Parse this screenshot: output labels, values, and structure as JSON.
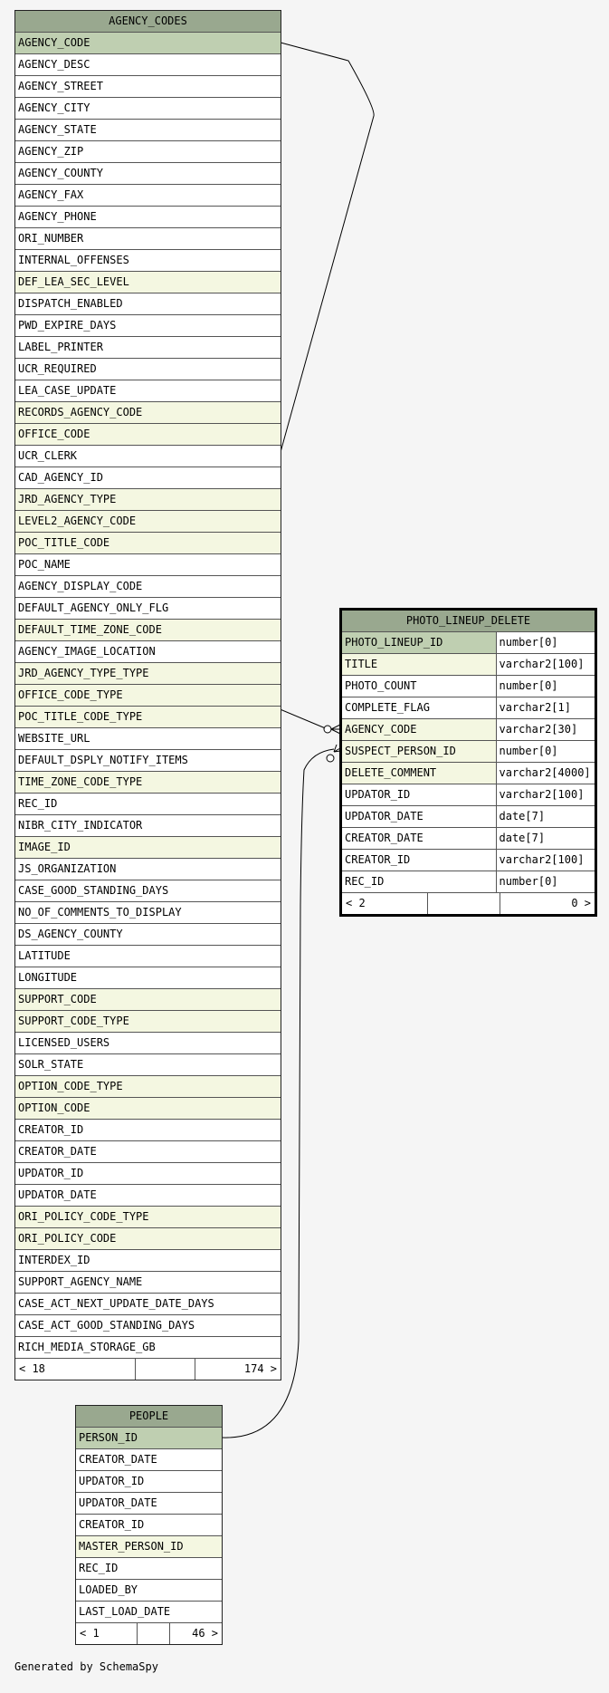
{
  "agency_codes": {
    "name": "AGENCY_CODES",
    "columns": [
      {
        "name": "AGENCY_CODE",
        "kind": "pk"
      },
      {
        "name": "AGENCY_DESC",
        "kind": "plain"
      },
      {
        "name": "AGENCY_STREET",
        "kind": "plain"
      },
      {
        "name": "AGENCY_CITY",
        "kind": "plain"
      },
      {
        "name": "AGENCY_STATE",
        "kind": "plain"
      },
      {
        "name": "AGENCY_ZIP",
        "kind": "plain"
      },
      {
        "name": "AGENCY_COUNTY",
        "kind": "plain"
      },
      {
        "name": "AGENCY_FAX",
        "kind": "plain"
      },
      {
        "name": "AGENCY_PHONE",
        "kind": "plain"
      },
      {
        "name": "ORI_NUMBER",
        "kind": "plain"
      },
      {
        "name": "INTERNAL_OFFENSES",
        "kind": "plain"
      },
      {
        "name": "DEF_LEA_SEC_LEVEL",
        "kind": "fk"
      },
      {
        "name": "DISPATCH_ENABLED",
        "kind": "plain"
      },
      {
        "name": "PWD_EXPIRE_DAYS",
        "kind": "plain"
      },
      {
        "name": "LABEL_PRINTER",
        "kind": "plain"
      },
      {
        "name": "UCR_REQUIRED",
        "kind": "plain"
      },
      {
        "name": "LEA_CASE_UPDATE",
        "kind": "plain"
      },
      {
        "name": "RECORDS_AGENCY_CODE",
        "kind": "fk"
      },
      {
        "name": "OFFICE_CODE",
        "kind": "fk"
      },
      {
        "name": "UCR_CLERK",
        "kind": "plain"
      },
      {
        "name": "CAD_AGENCY_ID",
        "kind": "plain"
      },
      {
        "name": "JRD_AGENCY_TYPE",
        "kind": "fk"
      },
      {
        "name": "LEVEL2_AGENCY_CODE",
        "kind": "fk"
      },
      {
        "name": "POC_TITLE_CODE",
        "kind": "fk"
      },
      {
        "name": "POC_NAME",
        "kind": "plain"
      },
      {
        "name": "AGENCY_DISPLAY_CODE",
        "kind": "plain"
      },
      {
        "name": "DEFAULT_AGENCY_ONLY_FLG",
        "kind": "plain"
      },
      {
        "name": "DEFAULT_TIME_ZONE_CODE",
        "kind": "fk"
      },
      {
        "name": "AGENCY_IMAGE_LOCATION",
        "kind": "plain"
      },
      {
        "name": "JRD_AGENCY_TYPE_TYPE",
        "kind": "fk"
      },
      {
        "name": "OFFICE_CODE_TYPE",
        "kind": "fk"
      },
      {
        "name": "POC_TITLE_CODE_TYPE",
        "kind": "fk"
      },
      {
        "name": "WEBSITE_URL",
        "kind": "plain"
      },
      {
        "name": "DEFAULT_DSPLY_NOTIFY_ITEMS",
        "kind": "plain"
      },
      {
        "name": "TIME_ZONE_CODE_TYPE",
        "kind": "fk"
      },
      {
        "name": "REC_ID",
        "kind": "plain"
      },
      {
        "name": "NIBR_CITY_INDICATOR",
        "kind": "plain"
      },
      {
        "name": "IMAGE_ID",
        "kind": "fk"
      },
      {
        "name": "JS_ORGANIZATION",
        "kind": "plain"
      },
      {
        "name": "CASE_GOOD_STANDING_DAYS",
        "kind": "plain"
      },
      {
        "name": "NO_OF_COMMENTS_TO_DISPLAY",
        "kind": "plain"
      },
      {
        "name": "DS_AGENCY_COUNTY",
        "kind": "plain"
      },
      {
        "name": "LATITUDE",
        "kind": "plain"
      },
      {
        "name": "LONGITUDE",
        "kind": "plain"
      },
      {
        "name": "SUPPORT_CODE",
        "kind": "fk"
      },
      {
        "name": "SUPPORT_CODE_TYPE",
        "kind": "fk"
      },
      {
        "name": "LICENSED_USERS",
        "kind": "plain"
      },
      {
        "name": "SOLR_STATE",
        "kind": "plain"
      },
      {
        "name": "OPTION_CODE_TYPE",
        "kind": "fk"
      },
      {
        "name": "OPTION_CODE",
        "kind": "fk"
      },
      {
        "name": "CREATOR_ID",
        "kind": "plain"
      },
      {
        "name": "CREATOR_DATE",
        "kind": "plain"
      },
      {
        "name": "UPDATOR_ID",
        "kind": "plain"
      },
      {
        "name": "UPDATOR_DATE",
        "kind": "plain"
      },
      {
        "name": "ORI_POLICY_CODE_TYPE",
        "kind": "fk"
      },
      {
        "name": "ORI_POLICY_CODE",
        "kind": "fk"
      },
      {
        "name": "INTERDEX_ID",
        "kind": "plain"
      },
      {
        "name": "SUPPORT_AGENCY_NAME",
        "kind": "plain"
      },
      {
        "name": "CASE_ACT_NEXT_UPDATE_DATE_DAYS",
        "kind": "plain"
      },
      {
        "name": "CASE_ACT_GOOD_STANDING_DAYS",
        "kind": "plain"
      },
      {
        "name": "RICH_MEDIA_STORAGE_GB",
        "kind": "plain"
      }
    ],
    "footer": {
      "parents": "< 18",
      "children": "174 >"
    }
  },
  "photo_lineup_delete": {
    "name": "PHOTO_LINEUP_DELETE",
    "columns": [
      {
        "name": "PHOTO_LINEUP_ID",
        "type": "number[0]",
        "kind": "pk"
      },
      {
        "name": "TITLE",
        "type": "varchar2[100]",
        "kind": "fk"
      },
      {
        "name": "PHOTO_COUNT",
        "type": "number[0]",
        "kind": "plain"
      },
      {
        "name": "COMPLETE_FLAG",
        "type": "varchar2[1]",
        "kind": "plain"
      },
      {
        "name": "AGENCY_CODE",
        "type": "varchar2[30]",
        "kind": "fk"
      },
      {
        "name": "SUSPECT_PERSON_ID",
        "type": "number[0]",
        "kind": "fk"
      },
      {
        "name": "DELETE_COMMENT",
        "type": "varchar2[4000]",
        "kind": "fk"
      },
      {
        "name": "UPDATOR_ID",
        "type": "varchar2[100]",
        "kind": "plain"
      },
      {
        "name": "UPDATOR_DATE",
        "type": "date[7]",
        "kind": "plain"
      },
      {
        "name": "CREATOR_DATE",
        "type": "date[7]",
        "kind": "plain"
      },
      {
        "name": "CREATOR_ID",
        "type": "varchar2[100]",
        "kind": "plain"
      },
      {
        "name": "REC_ID",
        "type": "number[0]",
        "kind": "plain"
      }
    ],
    "footer": {
      "parents": "< 2",
      "children": "0 >"
    }
  },
  "people": {
    "name": "PEOPLE",
    "columns": [
      {
        "name": "PERSON_ID",
        "kind": "pk"
      },
      {
        "name": "CREATOR_DATE",
        "kind": "plain"
      },
      {
        "name": "UPDATOR_ID",
        "kind": "plain"
      },
      {
        "name": "UPDATOR_DATE",
        "kind": "plain"
      },
      {
        "name": "CREATOR_ID",
        "kind": "plain"
      },
      {
        "name": "MASTER_PERSON_ID",
        "kind": "fk"
      },
      {
        "name": "REC_ID",
        "kind": "plain"
      },
      {
        "name": "LOADED_BY",
        "kind": "plain"
      },
      {
        "name": "LAST_LOAD_DATE",
        "kind": "plain"
      }
    ],
    "footer": {
      "parents": "< 1",
      "children": "46 >"
    }
  },
  "generated_by": "Generated by SchemaSpy"
}
